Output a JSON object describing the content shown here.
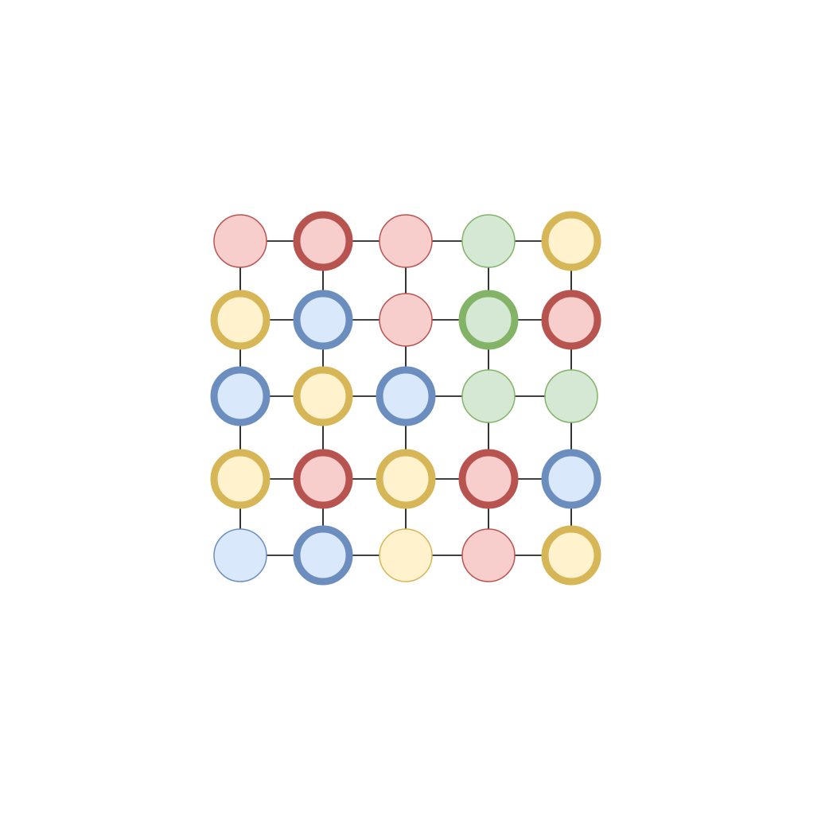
{
  "diagram": {
    "type": "grid-graph",
    "rows": 5,
    "cols": 5,
    "palette": {
      "red": {
        "fill": "#f8cecc",
        "stroke": "#b85450"
      },
      "blue": {
        "fill": "#dae8fc",
        "stroke": "#6c8ebf"
      },
      "yellow": {
        "fill": "#fff2cc",
        "stroke": "#d6b656"
      },
      "green": {
        "fill": "#d5e8d4",
        "stroke": "#82b366"
      }
    },
    "edge_color": "#000000",
    "nodes": [
      [
        {
          "color": "red",
          "bold": false
        },
        {
          "color": "red",
          "bold": true
        },
        {
          "color": "red",
          "bold": false
        },
        {
          "color": "green",
          "bold": false
        },
        {
          "color": "yellow",
          "bold": true
        }
      ],
      [
        {
          "color": "yellow",
          "bold": true
        },
        {
          "color": "blue",
          "bold": true
        },
        {
          "color": "red",
          "bold": false
        },
        {
          "color": "green",
          "bold": true
        },
        {
          "color": "red",
          "bold": true
        }
      ],
      [
        {
          "color": "blue",
          "bold": true
        },
        {
          "color": "yellow",
          "bold": true
        },
        {
          "color": "blue",
          "bold": true
        },
        {
          "color": "green",
          "bold": false
        },
        {
          "color": "green",
          "bold": false
        }
      ],
      [
        {
          "color": "yellow",
          "bold": true
        },
        {
          "color": "red",
          "bold": true
        },
        {
          "color": "yellow",
          "bold": true
        },
        {
          "color": "red",
          "bold": true
        },
        {
          "color": "blue",
          "bold": true
        }
      ],
      [
        {
          "color": "blue",
          "bold": false
        },
        {
          "color": "blue",
          "bold": true
        },
        {
          "color": "yellow",
          "bold": false
        },
        {
          "color": "red",
          "bold": false
        },
        {
          "color": "yellow",
          "bold": true
        }
      ]
    ]
  }
}
